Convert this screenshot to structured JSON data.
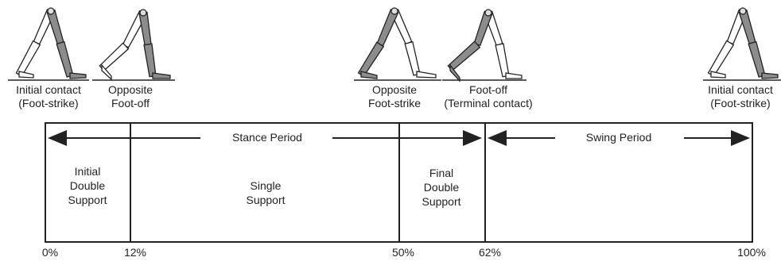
{
  "events": [
    {
      "line1": "Initial contact",
      "line2": "(Foot-strike)"
    },
    {
      "line1": "Opposite",
      "line2": "Foot-off"
    },
    {
      "line1": "Opposite",
      "line2": "Foot-strike"
    },
    {
      "line1": "Foot-off",
      "line2": "(Terminal contact)"
    },
    {
      "line1": "Initial contact",
      "line2": "(Foot-strike)"
    }
  ],
  "periods": {
    "stance": "Stance Period",
    "swing": "Swing Period"
  },
  "phases": [
    {
      "line1": "Initial",
      "line2": "Double",
      "line3": "Support"
    },
    {
      "line1": "Single",
      "line2": "Support"
    },
    {
      "line1": "Final",
      "line2": "Double",
      "line3": "Support"
    }
  ],
  "percents": [
    "0%",
    "12%",
    "50%",
    "62%",
    "100%"
  ],
  "colors": {
    "line": "#222222",
    "limb_dark": "#8c8c8c",
    "limb_light": "#ffffff"
  }
}
